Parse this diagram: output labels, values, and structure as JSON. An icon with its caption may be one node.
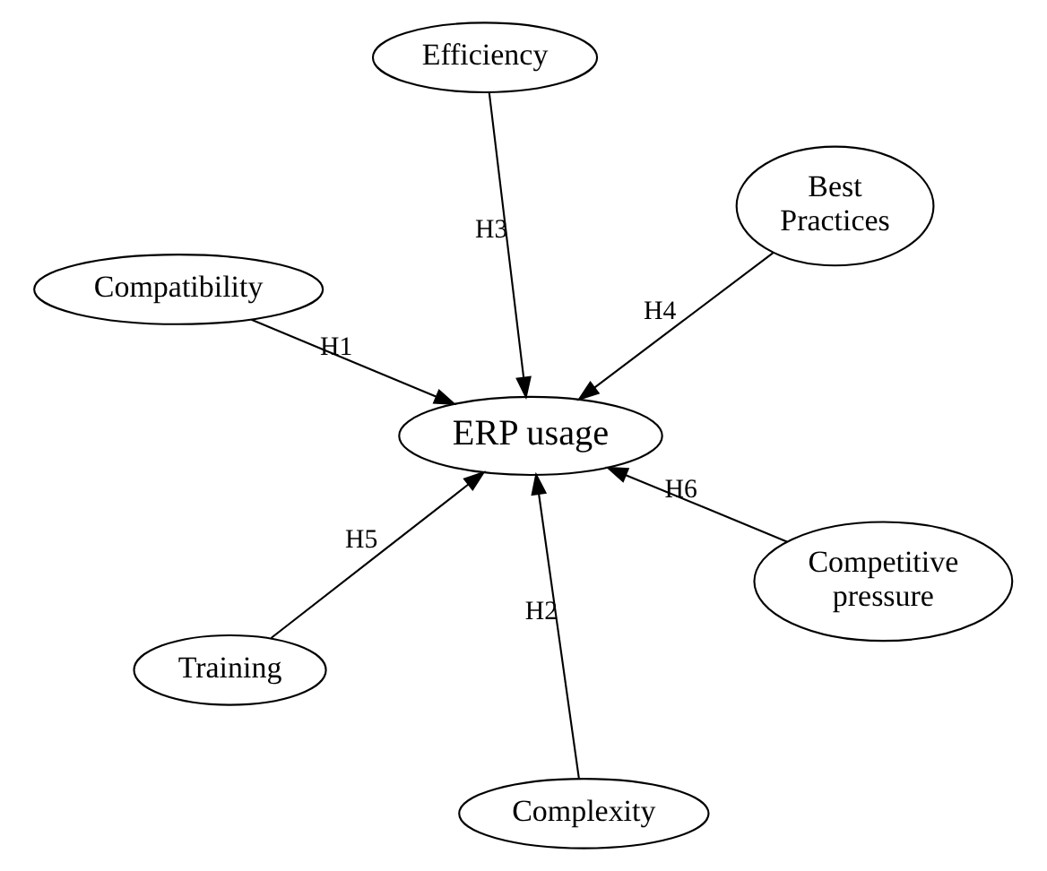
{
  "diagram": {
    "nodes": [
      {
        "text": [
          "Compatibility"
        ]
      },
      {
        "text": [
          "Competitive pressure"
        ]
      },
      {
        "text": [
          "Complexity"
        ]
      },
      {
        "text": [
          "ERP usage"
        ]
      },
      {
        "text": [
          "Best Practices"
        ]
      },
      {
        "text": [
          "Efficiency"
        ]
      },
      {
        "text": [
          "Training"
        ]
      }
    ],
    "edges": [
      {
        "from": 0,
        "to": 3,
        "arrow": "to",
        "label": "H1"
      },
      {
        "from": 2,
        "to": 3,
        "arrow": "to",
        "label": "H2"
      },
      {
        "from": 5,
        "to": 3,
        "arrow": "to",
        "label": "H3"
      },
      {
        "from": 4,
        "to": 3,
        "arrow": "to",
        "label": "H4"
      },
      {
        "from": 6,
        "to": 3,
        "arrow": "to",
        "label": "H5"
      },
      {
        "from": 1,
        "to": 3,
        "arrow": "to",
        "label": "H6"
      }
    ]
  }
}
